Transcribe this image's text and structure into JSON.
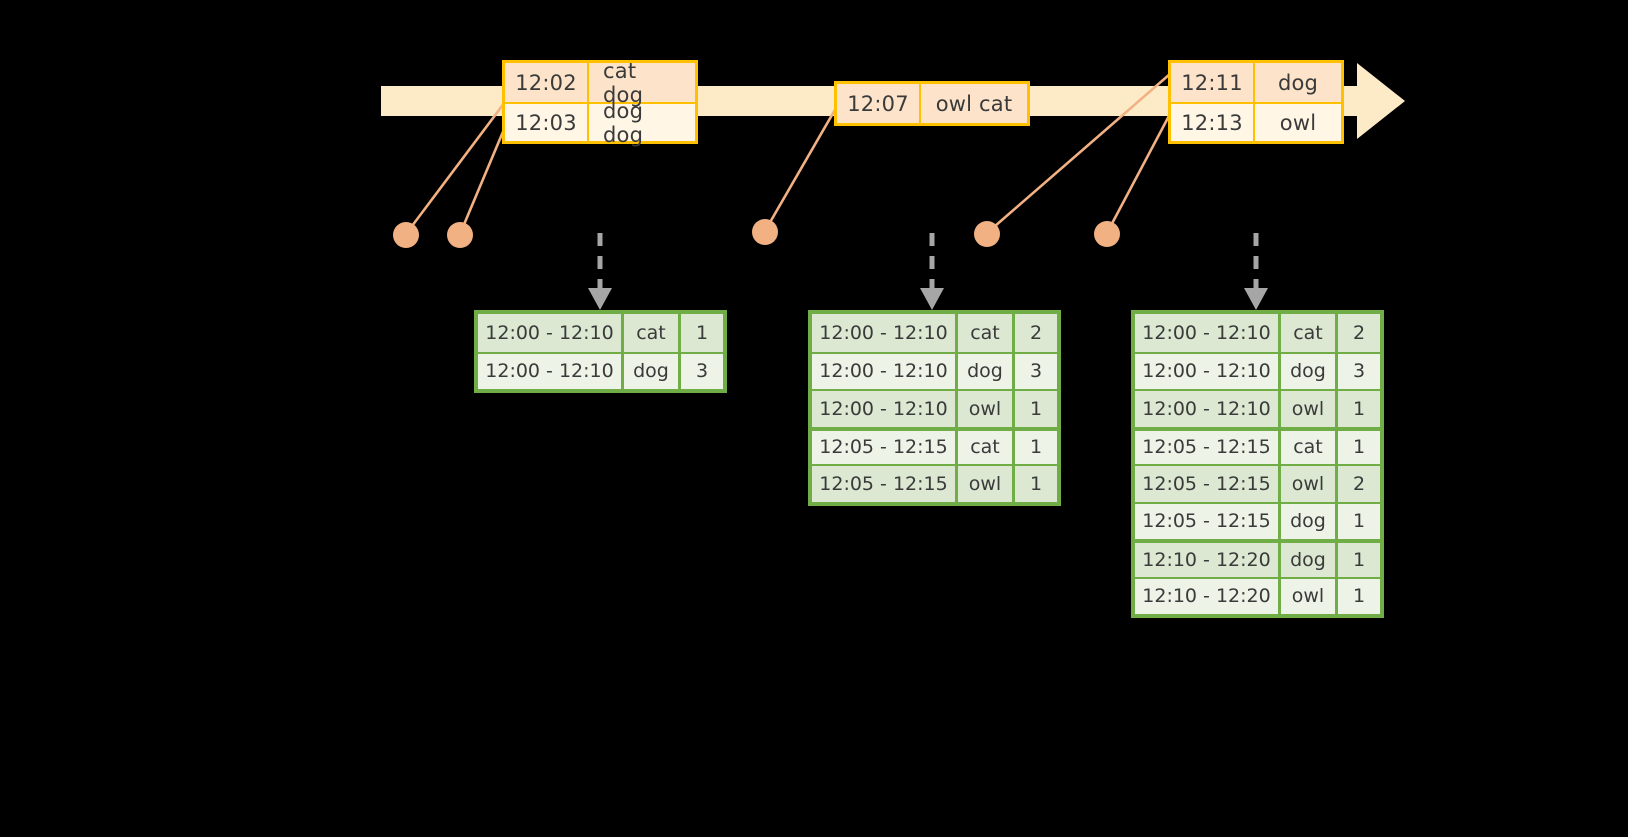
{
  "timeline": {
    "bar_color": "#FDEBC8",
    "border_color": "#FFC000",
    "arrow_label": "time-axis-arrow",
    "event_groups": [
      {
        "name": "event-group-1",
        "rows": [
          {
            "time": "12:02",
            "words": "cat dog",
            "shaded": true
          },
          {
            "time": "12:03",
            "words": "dog dog",
            "shaded": false
          }
        ]
      },
      {
        "name": "event-group-2",
        "rows": [
          {
            "time": "12:07",
            "words": "owl cat",
            "shaded": true
          }
        ]
      },
      {
        "name": "event-group-3",
        "rows": [
          {
            "time": "12:11",
            "words": "dog",
            "shaded": true
          },
          {
            "time": "12:13",
            "words": "owl",
            "shaded": false
          }
        ]
      }
    ]
  },
  "dots": {
    "color": "#F2B183",
    "labels": [
      "event-dot-1202",
      "event-dot-1203",
      "event-dot-1207",
      "event-dot-1211",
      "event-dot-1213"
    ]
  },
  "arrows": {
    "color": "#A6A6A6",
    "labels": [
      "result-arrow-1",
      "result-arrow-2",
      "result-arrow-3"
    ]
  },
  "tables": {
    "accent_color": "#70AD47",
    "columns": [
      "window",
      "word",
      "count"
    ],
    "list": [
      {
        "name": "result-table-1",
        "rows": [
          {
            "window": "12:00 - 12:10",
            "word": "cat",
            "count": "1",
            "shaded": true,
            "bound": false
          },
          {
            "window": "12:00 - 12:10",
            "word": "dog",
            "count": "3",
            "shaded": false,
            "bound": false
          }
        ]
      },
      {
        "name": "result-table-2",
        "rows": [
          {
            "window": "12:00 - 12:10",
            "word": "cat",
            "count": "2",
            "shaded": true,
            "bound": false
          },
          {
            "window": "12:00 - 12:10",
            "word": "dog",
            "count": "3",
            "shaded": false,
            "bound": false
          },
          {
            "window": "12:00 - 12:10",
            "word": "owl",
            "count": "1",
            "shaded": true,
            "bound": false
          },
          {
            "window": "12:05 - 12:15",
            "word": "cat",
            "count": "1",
            "shaded": false,
            "bound": true
          },
          {
            "window": "12:05 - 12:15",
            "word": "owl",
            "count": "1",
            "shaded": true,
            "bound": false
          }
        ]
      },
      {
        "name": "result-table-3",
        "rows": [
          {
            "window": "12:00 - 12:10",
            "word": "cat",
            "count": "2",
            "shaded": true,
            "bound": false
          },
          {
            "window": "12:00 - 12:10",
            "word": "dog",
            "count": "3",
            "shaded": false,
            "bound": false
          },
          {
            "window": "12:00 - 12:10",
            "word": "owl",
            "count": "1",
            "shaded": true,
            "bound": false
          },
          {
            "window": "12:05 - 12:15",
            "word": "cat",
            "count": "1",
            "shaded": false,
            "bound": true
          },
          {
            "window": "12:05 - 12:15",
            "word": "owl",
            "count": "2",
            "shaded": true,
            "bound": false
          },
          {
            "window": "12:05 - 12:15",
            "word": "dog",
            "count": "1",
            "shaded": false,
            "bound": false
          },
          {
            "window": "12:10 - 12:20",
            "word": "dog",
            "count": "1",
            "shaded": true,
            "bound": true
          },
          {
            "window": "12:10 - 12:20",
            "word": "owl",
            "count": "1",
            "shaded": false,
            "bound": false
          }
        ]
      }
    ]
  }
}
